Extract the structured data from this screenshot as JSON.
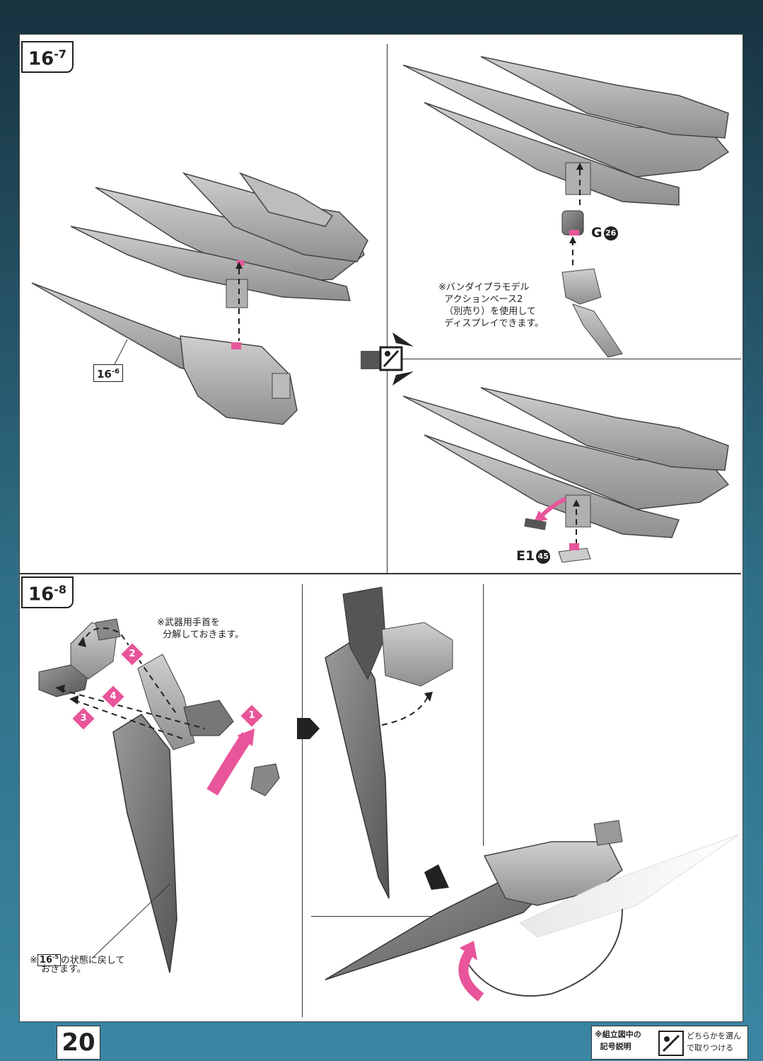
{
  "page": {
    "number": "20"
  },
  "step_16_7": {
    "label_main": "16",
    "label_sub": "-7",
    "ref_main": "16",
    "ref_sub": "-6",
    "note_display": "※バンダイプラモデル\n  アクションベース2\n  （別売り）を使用して\n  ディスプレイできます。",
    "part_g": "G",
    "part_g_num": "26",
    "part_e1": "E1",
    "part_e1_num": "45"
  },
  "step_16_8": {
    "label_main": "16",
    "label_sub": "-8",
    "note_hand": "※武器用手首を\n  分解しておきます。",
    "note_return_prefix": "※",
    "note_return_ref": "16",
    "note_return_ref_sub": "-5",
    "note_return_suffix": "の状態に戻して",
    "note_return_line2": "おきます。",
    "steps": [
      "1",
      "2",
      "3",
      "4"
    ]
  },
  "legend": {
    "title": "※組立図中の\n  記号説明",
    "desc": "どちらかを選ん\nで取りつける"
  },
  "colors": {
    "accent_pink": "#e8559a",
    "part_gray": "#a9a9a9",
    "part_dark": "#6e6e6e"
  }
}
